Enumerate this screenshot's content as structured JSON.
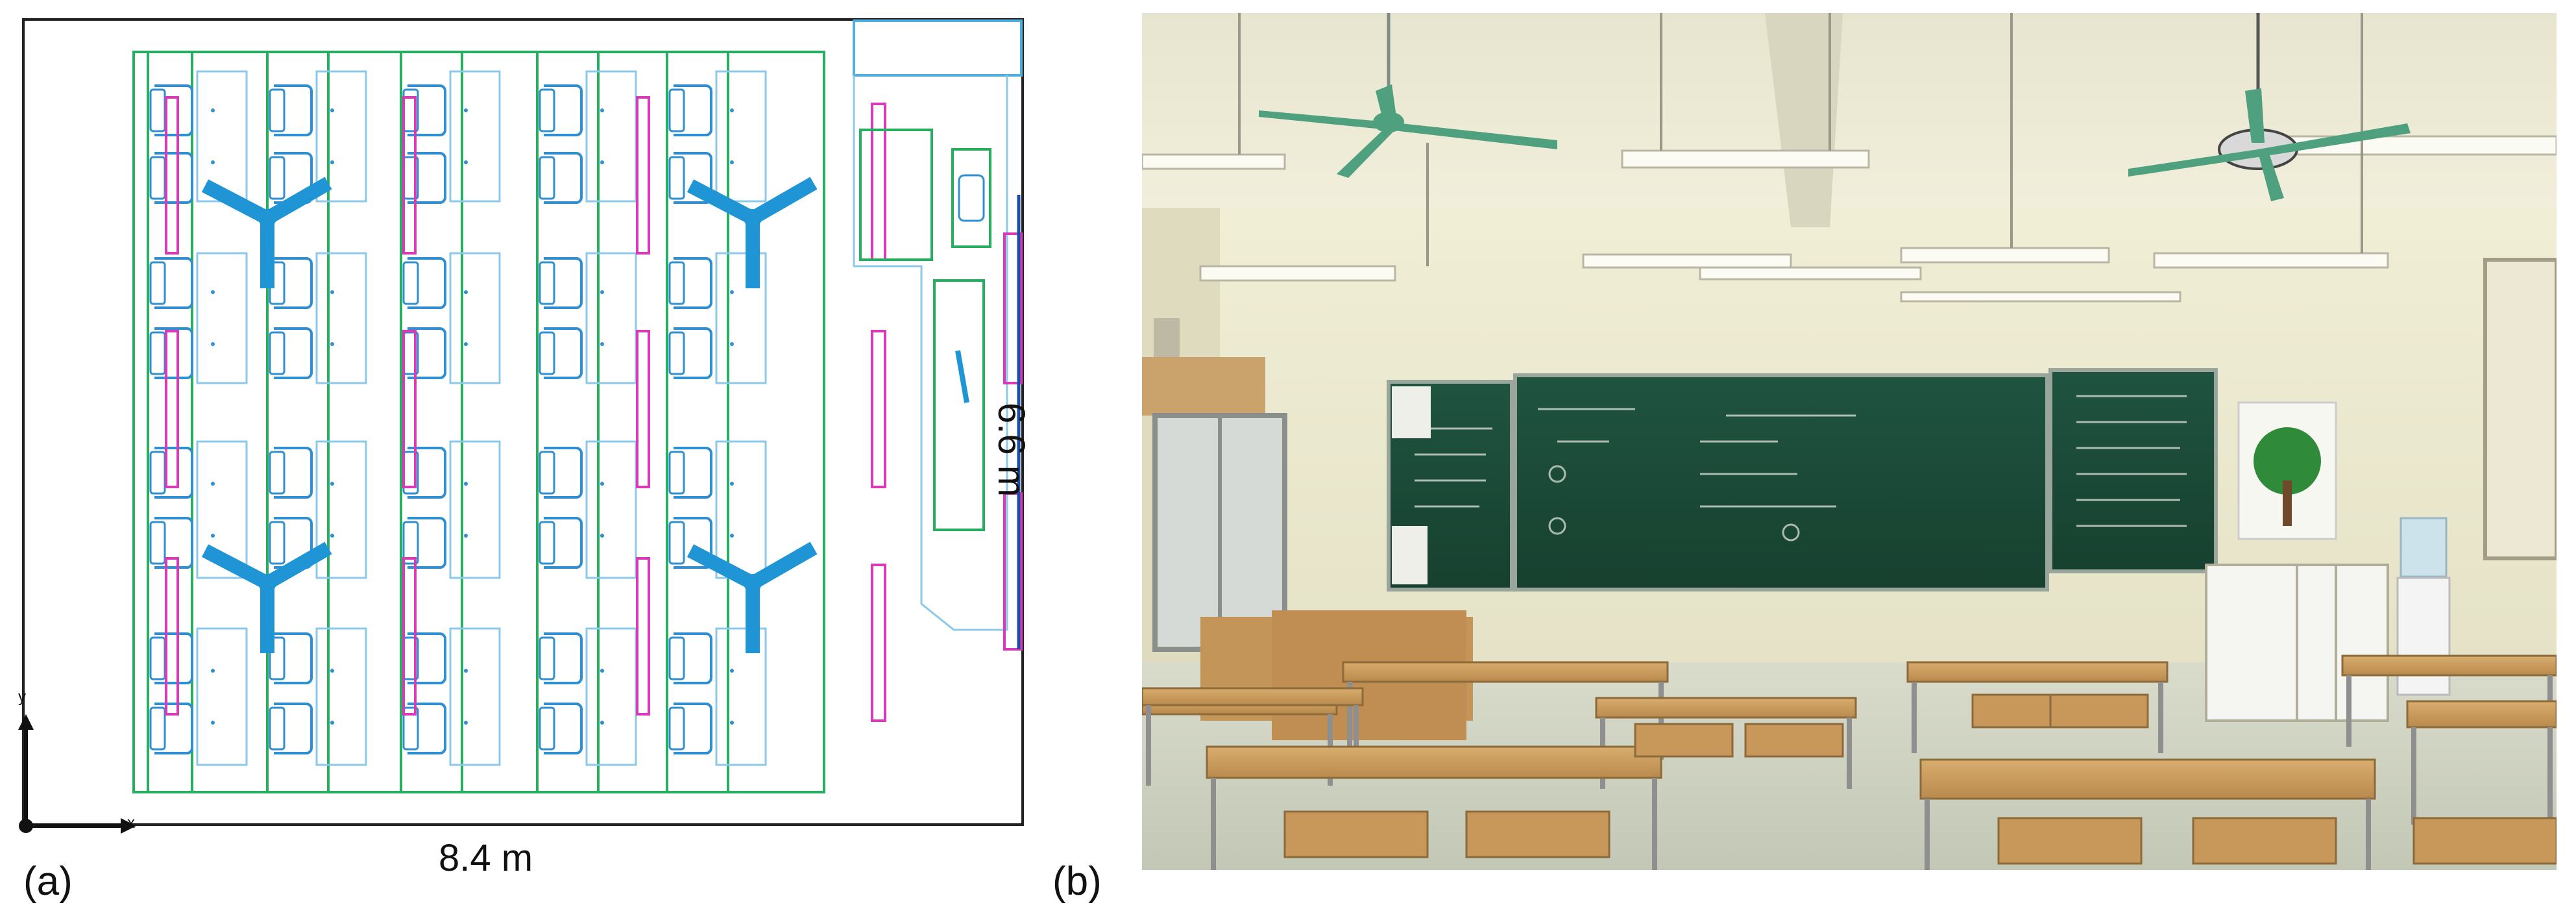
{
  "panel_a": {
    "label": "(a)",
    "width_dimension": "8.4 m",
    "height_dimension": "6.6 m",
    "axis_x_label": "x",
    "axis_y_label": "y",
    "colors": {
      "desk_outline": "#8cc8ea",
      "chair": "#2f8fd0",
      "light": "#d83ab8",
      "zone": "#27ae60",
      "fan": "#1f95d6",
      "wall": "#222222"
    },
    "icons": [
      "ceiling-fan-icon",
      "fluorescent-light-icon",
      "desk-icon",
      "chair-icon"
    ]
  },
  "panel_b": {
    "label": "(b)",
    "photo_description_colors": {
      "chalkboard": "#1f4f3a",
      "wall": "#ecebd2",
      "desk": "#c99a5b",
      "fan": "#4fa07e"
    }
  }
}
